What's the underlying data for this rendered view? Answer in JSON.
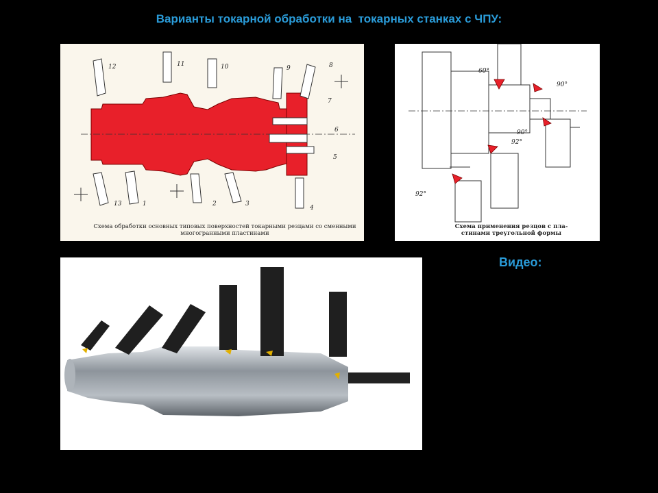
{
  "slide": {
    "title": "Варианты токарной обработки на  токарных станках с ЧПУ:",
    "video_label": "Видео:"
  },
  "diagram_left": {
    "caption_line1": "Схема обработки основных типовых поверхностей токарными резцами со сменными",
    "caption_line2": "многогранными пластинами",
    "tool_numbers": [
      "12",
      "11",
      "10",
      "9",
      "8",
      "7",
      "6",
      "5",
      "13",
      "1",
      "2",
      "3",
      "4"
    ]
  },
  "diagram_right": {
    "caption_line1": "Схема применения резцов с пла-",
    "caption_line2": "стинами треугольной формы",
    "angles": [
      "60°",
      "90°",
      "90°",
      "92°",
      "92°"
    ]
  },
  "colors": {
    "title": "#2a9bd8",
    "workpiece_red": "#e8202a",
    "background": "#000000"
  }
}
